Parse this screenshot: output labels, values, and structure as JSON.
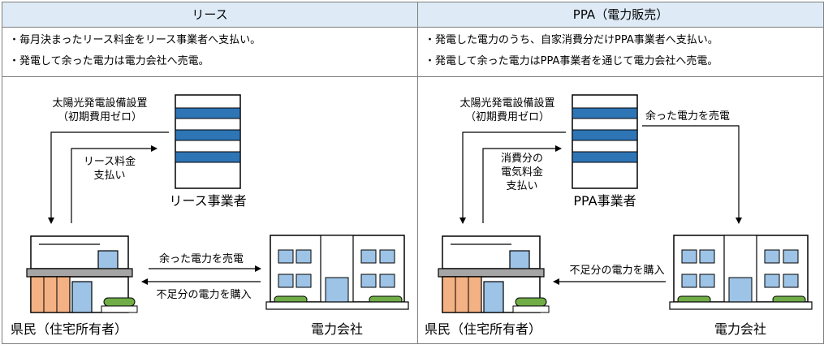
{
  "columns": [
    {
      "header": "リース",
      "bullets": [
        "・毎月決まったリース料金をリース事業者へ支払い。",
        "・発電して余った電力は電力会社へ売電。"
      ],
      "install_label": [
        "太陽光発電設備設置",
        "（初期費用ゼロ）"
      ],
      "payment_label": [
        "リース料金",
        "支払い"
      ],
      "provider_label": "リース事業者",
      "sell_label": "余った電力を売電",
      "buy_label": "不足分の電力を購入",
      "resident_label": "県民（住宅所有者）",
      "utility_label": "電力会社"
    },
    {
      "header": "PPA（電力販売）",
      "bullets": [
        "・発電した電力のうち、自家消費分だけPPA事業者へ支払い。",
        "・発電して余った電力はPPA事業者を通じて電力会社へ売電。"
      ],
      "install_label": [
        "太陽光発電設備設置",
        "（初期費用ゼロ）"
      ],
      "payment_label": [
        "消費分の",
        "電気料金",
        "支払い"
      ],
      "provider_label": "PPA事業者",
      "sell_label": "余った電力を売電",
      "buy_label": "不足分の電力を購入",
      "resident_label": "県民（住宅所有者）",
      "utility_label": "電力会社"
    }
  ],
  "colors": {
    "header_bg": "#deebf7",
    "stripe_blue": "#2e75b6",
    "window_blue": "#9dc3e6",
    "orange": "#f4b183",
    "green": "#70ad47",
    "gray": "#a5a5a5"
  }
}
